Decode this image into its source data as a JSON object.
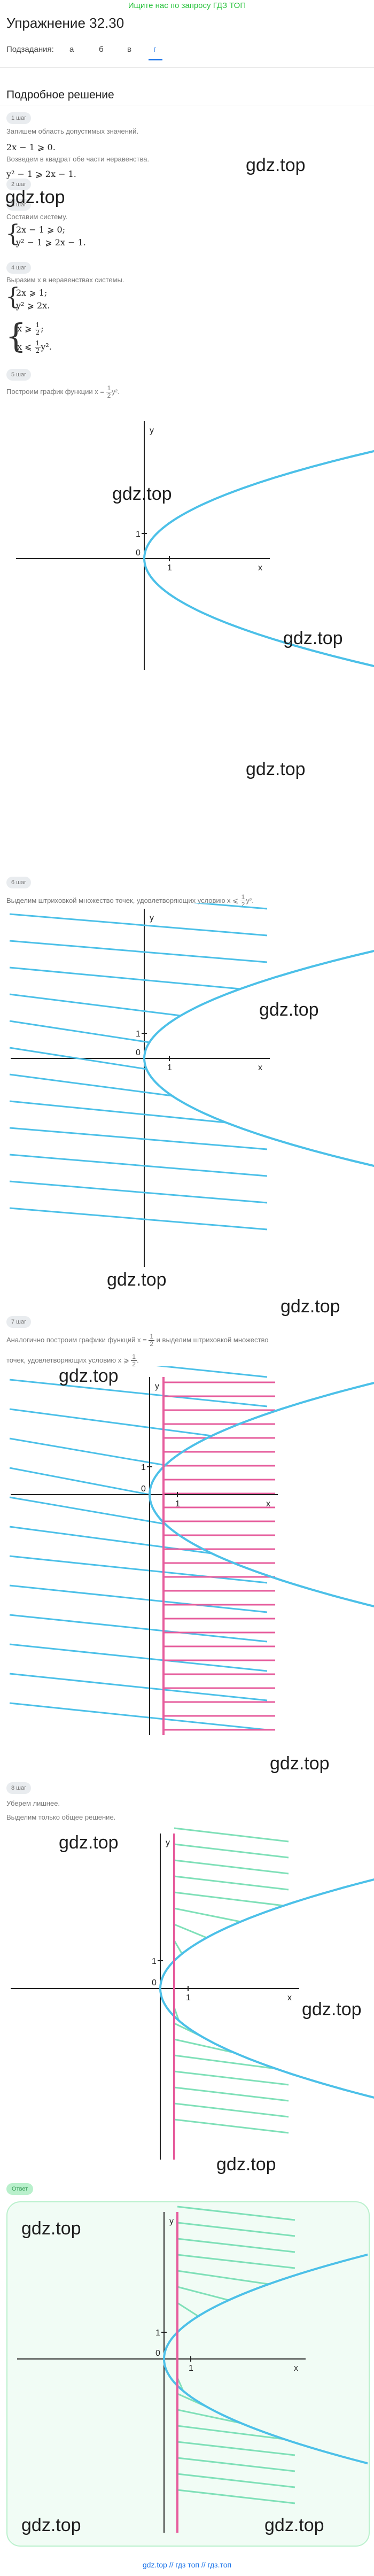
{
  "header": {
    "top_note": "Ищите нас по запросу ГДЗ ТОП",
    "title": "Упражнение 32.30",
    "subtasks_label": "Подзадания:",
    "subtasks": [
      "а",
      "б",
      "в",
      "г"
    ],
    "active_subtask": "г"
  },
  "section_title": "Подробное решение",
  "steps": [
    {
      "badge": "1 шаг",
      "text": "Запишем область допустимых значений.",
      "math": "2x − 1 ⩾ 0."
    },
    {
      "badge": "2 шаг",
      "text": "Возведем в квадрат обе части неравенства.",
      "math": "y² − 1 ⩾ 2x − 1."
    },
    {
      "badge": "3 шаг",
      "text": "Составим систему.",
      "math_lines": [
        "2x − 1 ⩾ 0;",
        "y² − 1 ⩾ 2x − 1."
      ]
    },
    {
      "badge": "4 шаг",
      "text": "Выразим x в неравенствах системы.",
      "math_lines_a": [
        "2x ⩾ 1;",
        "y² ⩾ 2x."
      ],
      "math_lines_b_1": "x ⩾ ",
      "math_lines_b_1_num": "1",
      "math_lines_b_1_den": "2",
      "math_lines_b_2": "x ⩽ ",
      "math_lines_b_2_num": "1",
      "math_lines_b_2_den": "2",
      "math_lines_b_2_tail": "y²."
    },
    {
      "badge": "5 шаг",
      "text": "Построим график функции x = ",
      "frac_num": "1",
      "frac_den": "2",
      "tail": "y²."
    },
    {
      "badge": "6 шаг",
      "text": "Выделим штриховкой множество точек, удовлетворяющих условию x ⩽ ",
      "frac_num": "1",
      "frac_den": "2",
      "tail": "y²."
    },
    {
      "badge": "7 шаг",
      "text1": "Аналогично построим графики функций x = ",
      "frac_num": "1",
      "frac_den": "2",
      "text1b": " и выделим штриховкой множество",
      "text2": "точек, удовлетворяющих условию x ⩾ ",
      "frac2_num": "1",
      "frac2_den": "2",
      "text2b": "."
    },
    {
      "badge": "8 шаг",
      "text1": "Уберем лишнее.",
      "text2": "Выделим только общее решение."
    }
  ],
  "answer_badge": "Ответ",
  "axis_labels": {
    "x": "x",
    "y": "y",
    "origin": "0",
    "one_x": "1",
    "one_y": "1"
  },
  "watermark": "gdz.top",
  "footer": "gdz.top  //  гдз топ  //  гдз.топ",
  "colors": {
    "parabola": "#4cc0e8",
    "pink": "#e65c9c",
    "green": "#7fe0b8",
    "hatch": "#4cc0e8",
    "accent": "#1a73e8"
  }
}
